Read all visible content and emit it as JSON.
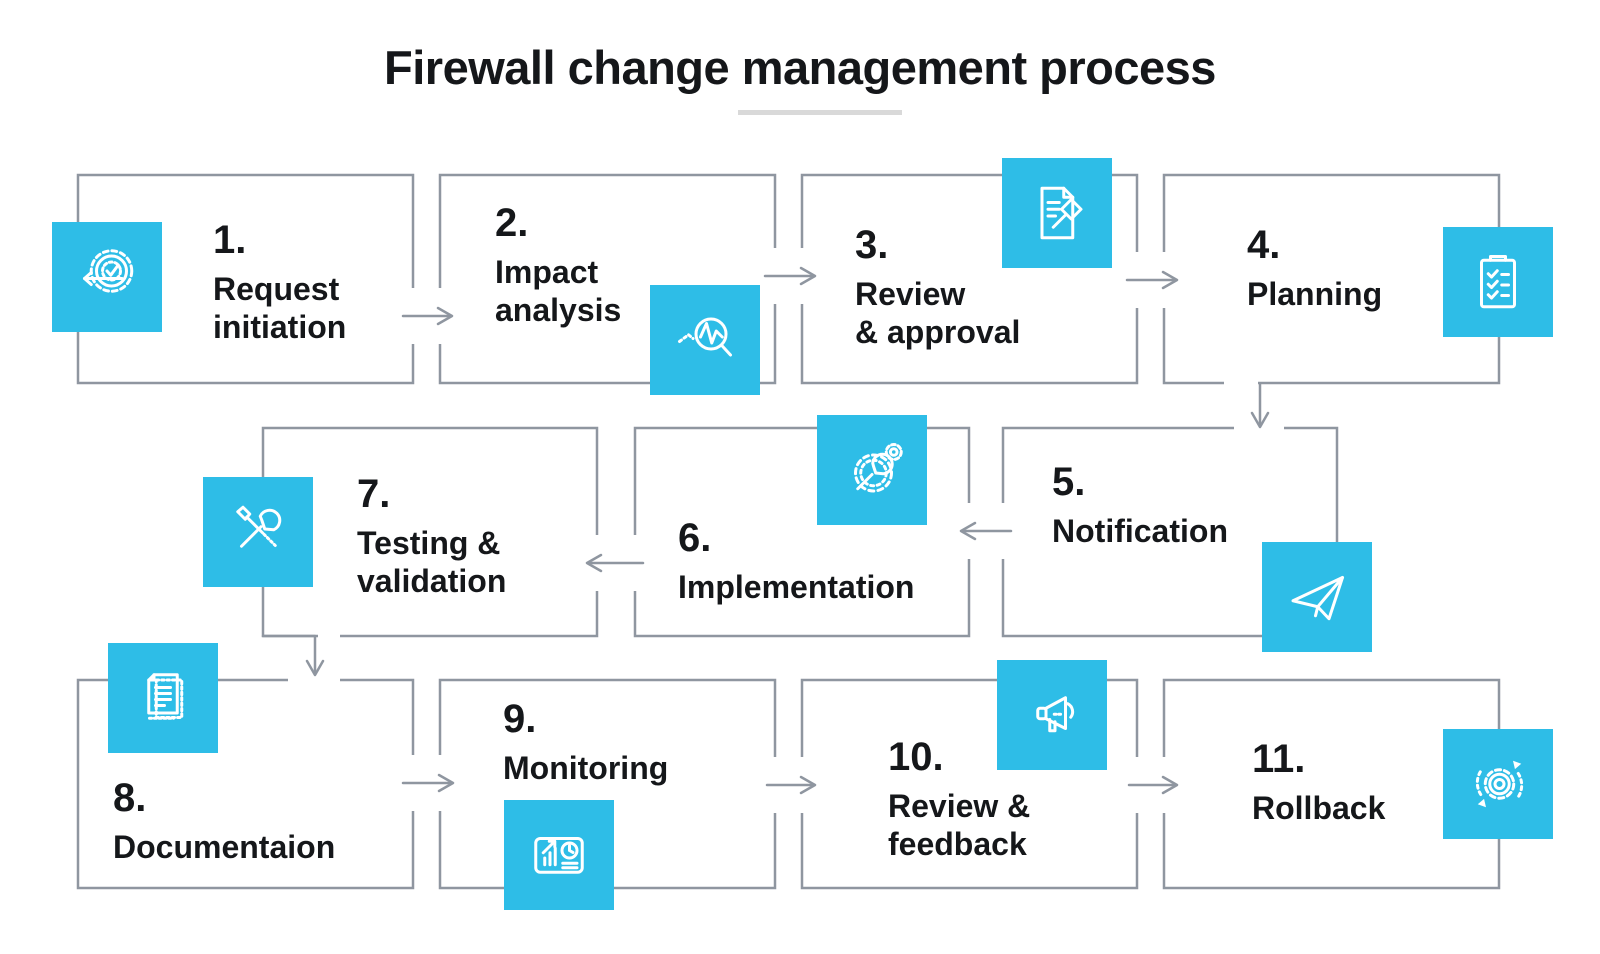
{
  "title": "Firewall change management process",
  "colors": {
    "accent": "#2EBDE7",
    "line": "#8F96A0",
    "text": "#15171A",
    "underline": "#D9D9D9"
  },
  "steps": [
    {
      "number": "1.",
      "label": "Request\ninitiation",
      "icon": "gear-check-arrow-icon"
    },
    {
      "number": "2.",
      "label": "Impact\nanalysis",
      "icon": "magnifier-pulse-icon"
    },
    {
      "number": "3.",
      "label": "Review\n& approval",
      "icon": "document-gavel-icon"
    },
    {
      "number": "4.",
      "label": "Planning",
      "icon": "clipboard-checklist-icon"
    },
    {
      "number": "5.",
      "label": "Notification",
      "icon": "paper-plane-icon"
    },
    {
      "number": "6.",
      "label": "Implementation",
      "icon": "wrench-gear-icon"
    },
    {
      "number": "7.",
      "label": "Testing &\nvalidation",
      "icon": "crossed-tools-icon"
    },
    {
      "number": "8.",
      "label": "Documentaion",
      "icon": "documents-icon"
    },
    {
      "number": "9.",
      "label": "Monitoring",
      "icon": "dashboard-clock-icon"
    },
    {
      "number": "10.",
      "label": "Review &\nfeedback",
      "icon": "megaphone-icon"
    },
    {
      "number": "11.",
      "label": "Rollback",
      "icon": "gear-rotate-icon"
    }
  ]
}
